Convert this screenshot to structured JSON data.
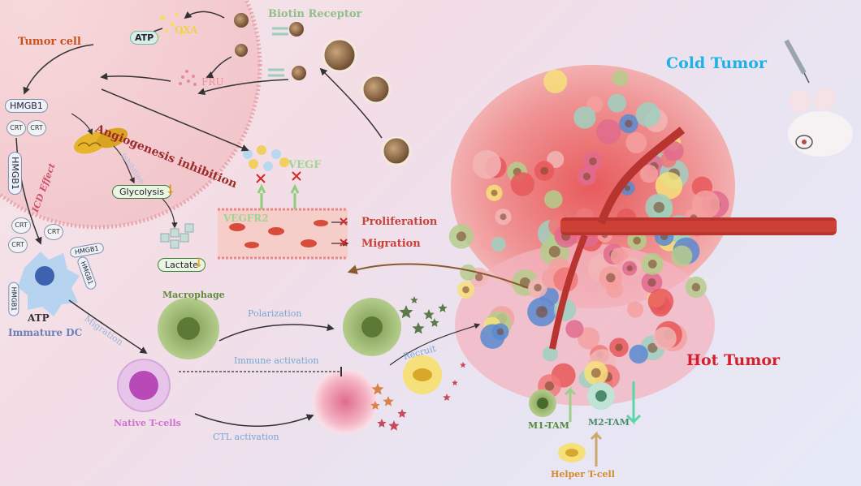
{
  "tumor_cell": {
    "title": "Tumor cell",
    "atp": "ATP",
    "oxa": "OXA",
    "fru": "FRU",
    "hmgb1": "HMGB1",
    "crt": "CRT",
    "inhibition": "Inhibition",
    "glycolysis": "Glycolysis",
    "lactate": "Lactate",
    "icd_effect": "ICD Effect"
  },
  "angiogenesis": {
    "label": "Angiogenesis inhibition",
    "vegf": "VEGF",
    "vegfr2": "VEGFR2",
    "proliferation": "Proliferation",
    "migration": "Migration"
  },
  "biotin_receptor": "Biotin Receptor",
  "immature_dc": {
    "label": "Immature DC",
    "atp": "ATP",
    "hmgb1": "HMGB1",
    "crt": "CRT"
  },
  "immune_flow": {
    "migration": "Migration",
    "macrophage": "Macrophage",
    "polarization": "Polarization",
    "immune_activation": "Immune activation",
    "recruit": "Recruit",
    "native_t_cells": "Native T-cells",
    "ctl_activation": "CTL activation"
  },
  "tumor": {
    "cold": "Cold Tumor",
    "hot": "Hot  Tumor",
    "m1_tam": "M1-TAM",
    "m2_tam": "M2-TAM",
    "helper_t_cell": "Helper T-cell"
  },
  "colors": {
    "tumor_cell_text": "#c8501e",
    "angiogenesis_text": "#9e2a2a",
    "biotin_text": "#8fbf8a",
    "vegf_text": "#9fd68f",
    "prolif_text": "#c8423a",
    "dc_text": "#6b7fb8",
    "macrophage_text": "#5e8a3a",
    "flow_text": "#7aa6d0",
    "tcell_text": "#cf6fcf",
    "cold_tumor": "#1fb1e6",
    "hot_tumor": "#d41f2c",
    "tam_text": "#4f8a3a",
    "helper_text": "#d28a2a"
  }
}
